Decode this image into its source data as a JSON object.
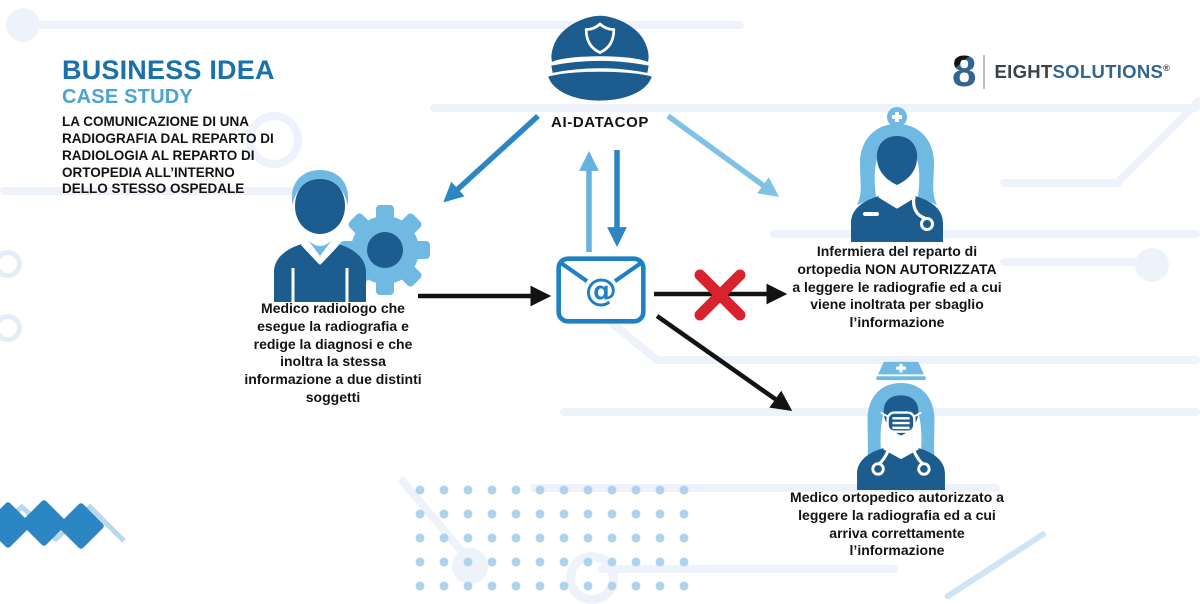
{
  "header": {
    "title": "BUSINESS IDEA",
    "subtitle": "CASE STUDY",
    "description": "LA COMUNICAZIONE DI UNA RADIOGRAFIA DAL REPARTO DI RADIOLOGIA AL REPARTO DI ORTOPEDIA ALL’INTERNO DELLO STESSO OSPEDALE"
  },
  "brand": {
    "symbol": "8",
    "word_bold": "EIGHT",
    "word_accent": "SOLUTIONS",
    "registered": "®"
  },
  "nodes": {
    "ai": {
      "label": "AI-DATACOP"
    },
    "radiologist": {
      "caption": "Medico radiologo che esegue la radiografia e redige la diagnosi e che inoltra la stessa informazione a due distinti soggetti"
    },
    "email": {
      "symbol": "@"
    },
    "nurse": {
      "caption": "Infermiera del reparto di ortopedia NON AUTORIZZATA a leggere le radiografie ed a cui viene inoltrata per sbaglio l’informazione"
    },
    "orthopedist": {
      "caption": "Medico ortopedico autorizzato a leggere la radiografia ed a cui arriva correttamente l’informazione"
    }
  },
  "colors": {
    "dark_blue": "#1d5c8f",
    "light_blue": "#6fb9e2",
    "mid_blue": "#2b86c3",
    "email_blue": "#1e81c4",
    "arrow_black": "#131313",
    "blocked_red": "#d8232f",
    "title_blue": "#1b72aa",
    "subtitle_blue": "#4aa3d4",
    "logo_blue": "#33658f",
    "circuit_line": "#eef2fb",
    "dot_blue": "#aed3ec"
  }
}
